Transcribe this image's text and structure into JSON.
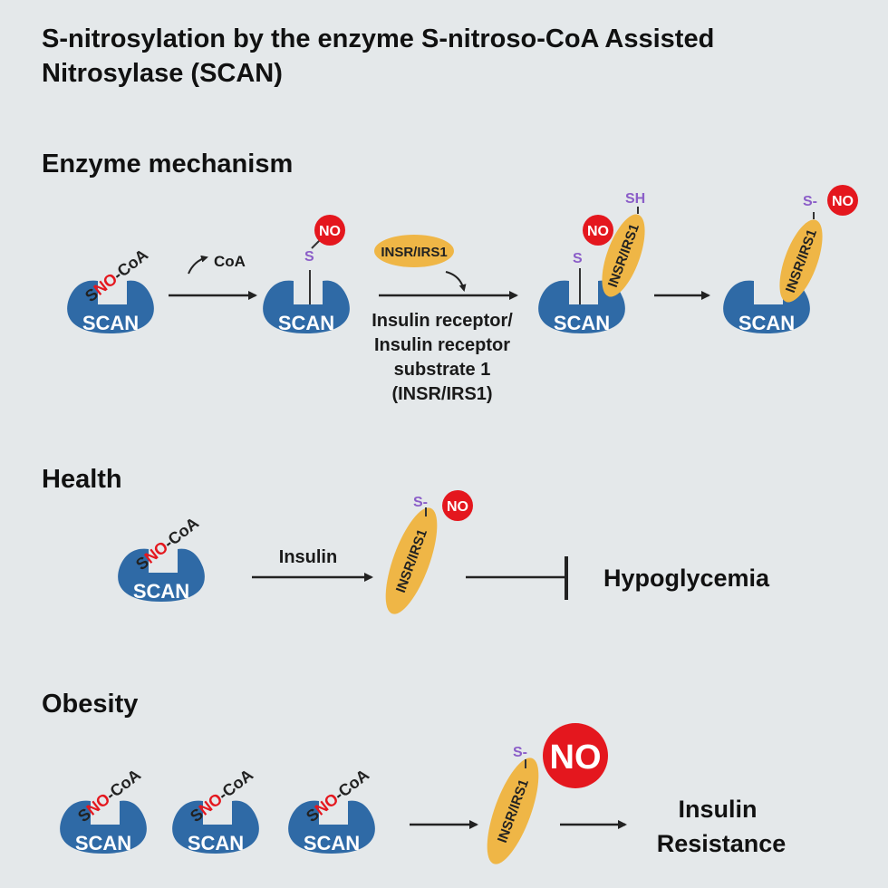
{
  "title_line1": "S-nitrosylation by the enzyme S-nitroso-CoA Assisted",
  "title_line2": "Nitrosylase (SCAN)",
  "sections": {
    "mechanism": "Enzyme mechanism",
    "health": "Health",
    "obesity": "Obesity"
  },
  "labels": {
    "scan": "SCAN",
    "sno_s": "S",
    "sno_no": "NO",
    "sno_coa": "-CoA",
    "coa": "CoA",
    "s": "S",
    "s_dash": "S-",
    "sh": "SH",
    "no": "NO",
    "insr": "INSR/IRS1",
    "insr_line1": "Insulin receptor/",
    "insr_line2": "Insulin receptor",
    "insr_line3": "substrate 1",
    "insr_line4": "(INSR/IRS1)",
    "insulin": "Insulin",
    "hypoglycemia": "Hypoglycemia",
    "resistance_line1": "Insulin",
    "resistance_line2": "Resistance"
  },
  "colors": {
    "background": "#e4e8ea",
    "scan_blue": "#2f6aa6",
    "insr_orange": "#efb646",
    "no_red": "#e4171e",
    "sulfur_purple": "#8b5ec8",
    "sno_red": "#e4171e"
  }
}
